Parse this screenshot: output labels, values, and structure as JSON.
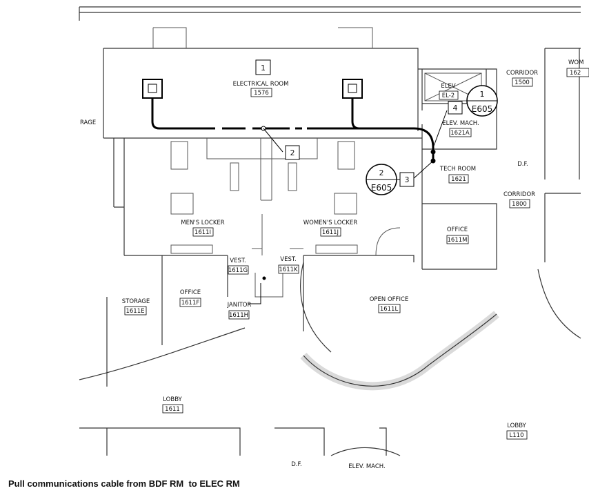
{
  "rooms": {
    "electrical_room": {
      "name": "ELECTRICAL ROOM",
      "number": "1576"
    },
    "corridor_1500": {
      "name": "CORRIDOR",
      "number": "1500"
    },
    "elev": {
      "name": "ELEV",
      "number": "EL-2"
    },
    "elev_mach": {
      "name": "ELEV. MACH.",
      "number": "1621A"
    },
    "tech_room": {
      "name": "TECH ROOM",
      "number": "1621"
    },
    "corridor_1800": {
      "name": "CORRIDOR",
      "number": "1800"
    },
    "office_1611m": {
      "name": "OFFICE",
      "number": "1611M"
    },
    "mens_locker": {
      "name": "MEN'S LOCKER",
      "number": "1611I"
    },
    "womens_locker": {
      "name": "WOMEN'S LOCKER",
      "number": "1611J"
    },
    "vest_g": {
      "name": "VEST.",
      "number": "1611G"
    },
    "vest_k": {
      "name": "VEST.",
      "number": "1611K"
    },
    "janitor": {
      "name": "JANITOR",
      "number": "1611H"
    },
    "storage": {
      "name": "STORAGE",
      "number": "1611E"
    },
    "office_1611f": {
      "name": "OFFICE",
      "number": "1611F"
    },
    "open_office": {
      "name": "OPEN OFFICE",
      "number": "1611L"
    },
    "lobby_1611": {
      "name": "LOBBY",
      "number": "1611"
    },
    "lobby_l110": {
      "name": "LOBBY",
      "number": "L110"
    }
  },
  "partial_labels": {
    "storage_left": "RAGE",
    "wom_right": "WOM",
    "room_right_num": "162",
    "df_right": "D.F.",
    "df_bottom": "D.F.",
    "elev_mach_bottom": "ELEV. MACH."
  },
  "keynotes": {
    "k1": "1",
    "k2": "2",
    "k3": "3",
    "k4": "4"
  },
  "detail_callouts": {
    "c1": {
      "number": "1",
      "sheet": "E605"
    },
    "c2": {
      "number": "2",
      "sheet": "E605"
    }
  },
  "caption": "Pull communications cable from BDF RM  to ELEC RM"
}
